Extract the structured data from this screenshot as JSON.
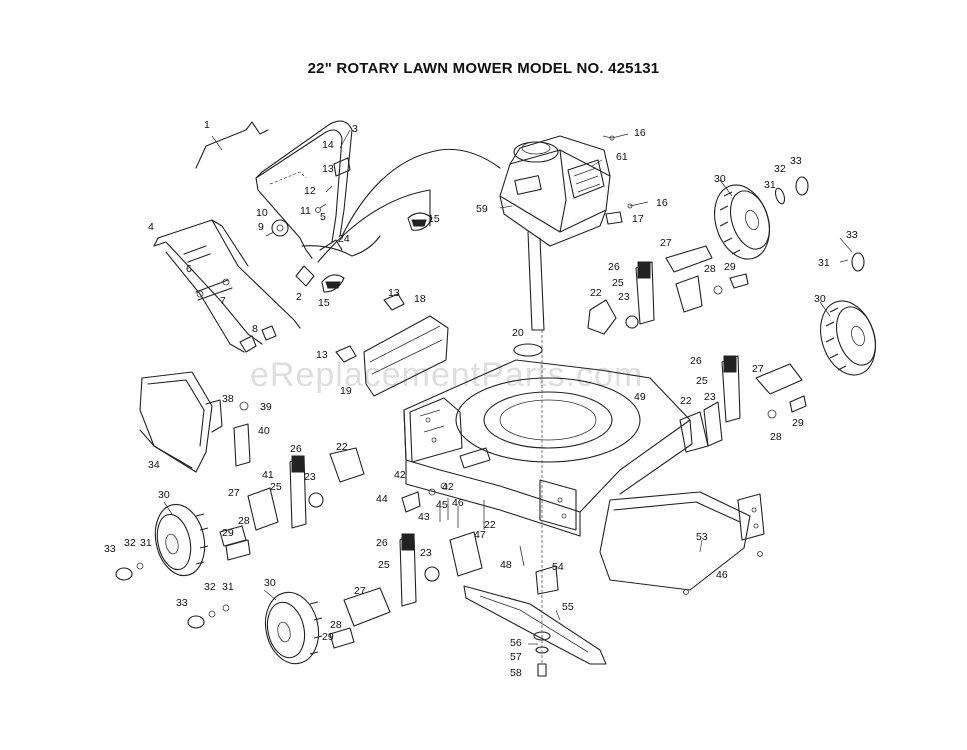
{
  "title": "22\" ROTARY LAWN MOWER MODEL NO. 425131",
  "watermark": "eReplacementParts.com",
  "callouts": {
    "c1": "1",
    "c2": "2",
    "c3": "3",
    "c4": "4",
    "c5": "5",
    "c6": "6",
    "c7": "7",
    "c8": "8",
    "c9": "9",
    "c10": "10",
    "c12": "12",
    "c13a": "13",
    "c14": "14",
    "c15a": "15",
    "c15b": "15",
    "c16a": "16",
    "c16b": "16",
    "c17": "17",
    "c59": "59",
    "c61": "61",
    "c13b": "13",
    "c18": "18",
    "c13c": "13",
    "c19": "19",
    "c20": "20",
    "c49": "49",
    "c24": "24",
    "c11": "11",
    "c30a": "30",
    "c31a": "31",
    "c32a": "32",
    "c33a": "33",
    "c27a": "27",
    "c26a": "26",
    "c25a": "25",
    "c22a": "22",
    "c23a": "23",
    "c28a": "28",
    "c29a": "29",
    "c33b": "33",
    "c31b": "31",
    "c30b": "30",
    "c26b": "26",
    "c25b": "25",
    "c27b": "27",
    "c22b": "22",
    "c23b": "23",
    "c28b": "28",
    "c29b": "29",
    "c38": "38",
    "c39": "39",
    "c40": "40",
    "c34": "34",
    "c41": "41",
    "c26c": "26",
    "c22c": "22",
    "c23c": "23",
    "c25c": "25",
    "c42a": "42",
    "c42b": "42",
    "c44": "44",
    "c45": "45",
    "c46a": "46",
    "c43": "43",
    "c47": "47",
    "c30c": "30",
    "c27c": "27",
    "c28c": "28",
    "c29c": "29",
    "c33c": "33",
    "c32c": "32",
    "c31c": "31",
    "c26d": "26",
    "c25d": "25",
    "c23d": "23",
    "c22d": "22",
    "c48": "48",
    "c53": "53",
    "c46b": "46",
    "c54": "54",
    "c55": "55",
    "c56": "56",
    "c57": "57",
    "c58": "58",
    "c33d": "33",
    "c32d": "32",
    "c31d": "31",
    "c30d": "30",
    "c27d": "27",
    "c28d": "28",
    "c29d": "29"
  }
}
